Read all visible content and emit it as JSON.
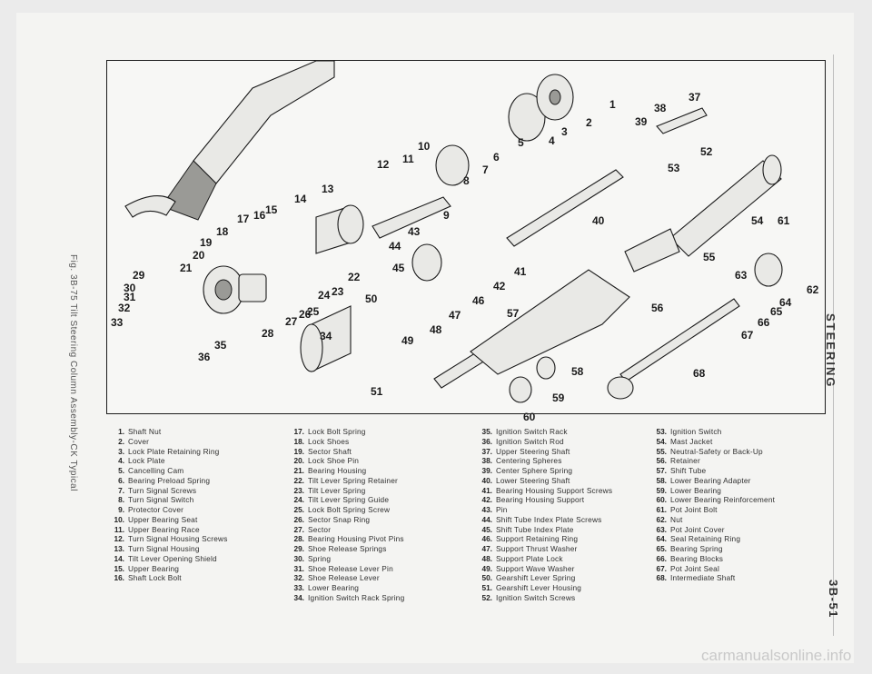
{
  "header": {
    "section": "STEERING",
    "page_number": "3B-51"
  },
  "caption": "Fig. 3B-75 Tilt Steering Column Assembly-CK Typical",
  "watermark": "carmanualsonline.info",
  "legend": [
    {
      "num": "1.",
      "label": "Shaft Nut"
    },
    {
      "num": "2.",
      "label": "Cover"
    },
    {
      "num": "3.",
      "label": "Lock Plate Retaining Ring"
    },
    {
      "num": "4.",
      "label": "Lock Plate"
    },
    {
      "num": "5.",
      "label": "Cancelling Cam"
    },
    {
      "num": "6.",
      "label": "Bearing Preload Spring"
    },
    {
      "num": "7.",
      "label": "Turn Signal Screws"
    },
    {
      "num": "8.",
      "label": "Turn Signal Switch"
    },
    {
      "num": "9.",
      "label": "Protector Cover"
    },
    {
      "num": "10.",
      "label": "Upper Bearing Seat"
    },
    {
      "num": "11.",
      "label": "Upper Bearing Race"
    },
    {
      "num": "12.",
      "label": "Turn Signal Housing Screws"
    },
    {
      "num": "13.",
      "label": "Turn Signal Housing"
    },
    {
      "num": "14.",
      "label": "Tilt Lever Opening Shield"
    },
    {
      "num": "15.",
      "label": "Upper Bearing"
    },
    {
      "num": "16.",
      "label": "Shaft Lock Bolt"
    },
    {
      "num": "17.",
      "label": "Lock Bolt Spring"
    },
    {
      "num": "18.",
      "label": "Lock Shoes"
    },
    {
      "num": "19.",
      "label": "Sector Shaft"
    },
    {
      "num": "20.",
      "label": "Lock Shoe Pin"
    },
    {
      "num": "21.",
      "label": "Bearing Housing"
    },
    {
      "num": "22.",
      "label": "Tilt Lever Spring Retainer"
    },
    {
      "num": "23.",
      "label": "Tilt Lever Spring"
    },
    {
      "num": "24.",
      "label": "Tilt Lever Spring Guide"
    },
    {
      "num": "25.",
      "label": "Lock Bolt Spring Screw"
    },
    {
      "num": "26.",
      "label": "Sector Snap Ring"
    },
    {
      "num": "27.",
      "label": "Sector"
    },
    {
      "num": "28.",
      "label": "Bearing Housing Pivot Pins"
    },
    {
      "num": "29.",
      "label": "Shoe Release Springs"
    },
    {
      "num": "30.",
      "label": "Spring"
    },
    {
      "num": "31.",
      "label": "Shoe Release Lever Pin"
    },
    {
      "num": "32.",
      "label": "Shoe Release Lever"
    },
    {
      "num": "33.",
      "label": "Lower Bearing"
    },
    {
      "num": "34.",
      "label": "Ignition Switch Rack Spring"
    },
    {
      "num": "35.",
      "label": "Ignition Switch Rack"
    },
    {
      "num": "36.",
      "label": "Ignition Switch Rod"
    },
    {
      "num": "37.",
      "label": "Upper Steering Shaft"
    },
    {
      "num": "38.",
      "label": "Centering Spheres"
    },
    {
      "num": "39.",
      "label": "Center Sphere Spring"
    },
    {
      "num": "40.",
      "label": "Lower Steering Shaft"
    },
    {
      "num": "41.",
      "label": "Bearing Housing Support Screws"
    },
    {
      "num": "42.",
      "label": "Bearing Housing Support"
    },
    {
      "num": "43.",
      "label": "Pin"
    },
    {
      "num": "44.",
      "label": "Shift Tube Index Plate Screws"
    },
    {
      "num": "45.",
      "label": "Shift Tube Index Plate"
    },
    {
      "num": "46.",
      "label": "Support Retaining Ring"
    },
    {
      "num": "47.",
      "label": "Support Thrust Washer"
    },
    {
      "num": "48.",
      "label": "Support Plate Lock"
    },
    {
      "num": "49.",
      "label": "Support Wave Washer"
    },
    {
      "num": "50.",
      "label": "Gearshift Lever Spring"
    },
    {
      "num": "51.",
      "label": "Gearshift Lever Housing"
    },
    {
      "num": "52.",
      "label": "Ignition Switch Screws"
    },
    {
      "num": "53.",
      "label": "Ignition Switch"
    },
    {
      "num": "54.",
      "label": "Mast Jacket"
    },
    {
      "num": "55.",
      "label": "Neutral-Safety or Back-Up"
    },
    {
      "num": "56.",
      "label": "Retainer"
    },
    {
      "num": "57.",
      "label": "Shift Tube"
    },
    {
      "num": "58.",
      "label": "Lower Bearing Adapter"
    },
    {
      "num": "59.",
      "label": "Lower Bearing"
    },
    {
      "num": "60.",
      "label": "Lower Bearing Reinforcement"
    },
    {
      "num": "61.",
      "label": "Pot Joint Bolt"
    },
    {
      "num": "62.",
      "label": "Nut"
    },
    {
      "num": "63.",
      "label": "Pot Joint Cover"
    },
    {
      "num": "64.",
      "label": "Seal Retaining Ring"
    },
    {
      "num": "65.",
      "label": "Bearing Spring"
    },
    {
      "num": "66.",
      "label": "Bearing Blocks"
    },
    {
      "num": "67.",
      "label": "Pot Joint Seal"
    },
    {
      "num": "68.",
      "label": "Intermediate Shaft"
    }
  ],
  "callouts": [
    "1",
    "2",
    "3",
    "4",
    "5",
    "6",
    "7",
    "8",
    "9",
    "10",
    "11",
    "12",
    "13",
    "14",
    "15",
    "16",
    "17",
    "18",
    "19",
    "20",
    "21",
    "22",
    "23",
    "24",
    "25",
    "26",
    "27",
    "28",
    "29",
    "30",
    "31",
    "32",
    "33",
    "34",
    "35",
    "36",
    "37",
    "38",
    "39",
    "40",
    "41",
    "42",
    "43",
    "44",
    "45",
    "46",
    "47",
    "48",
    "49",
    "50",
    "51",
    "52",
    "53",
    "54",
    "55",
    "56",
    "57",
    "58",
    "59",
    "60",
    "61",
    "62",
    "63",
    "64",
    "65",
    "66",
    "67",
    "68"
  ]
}
